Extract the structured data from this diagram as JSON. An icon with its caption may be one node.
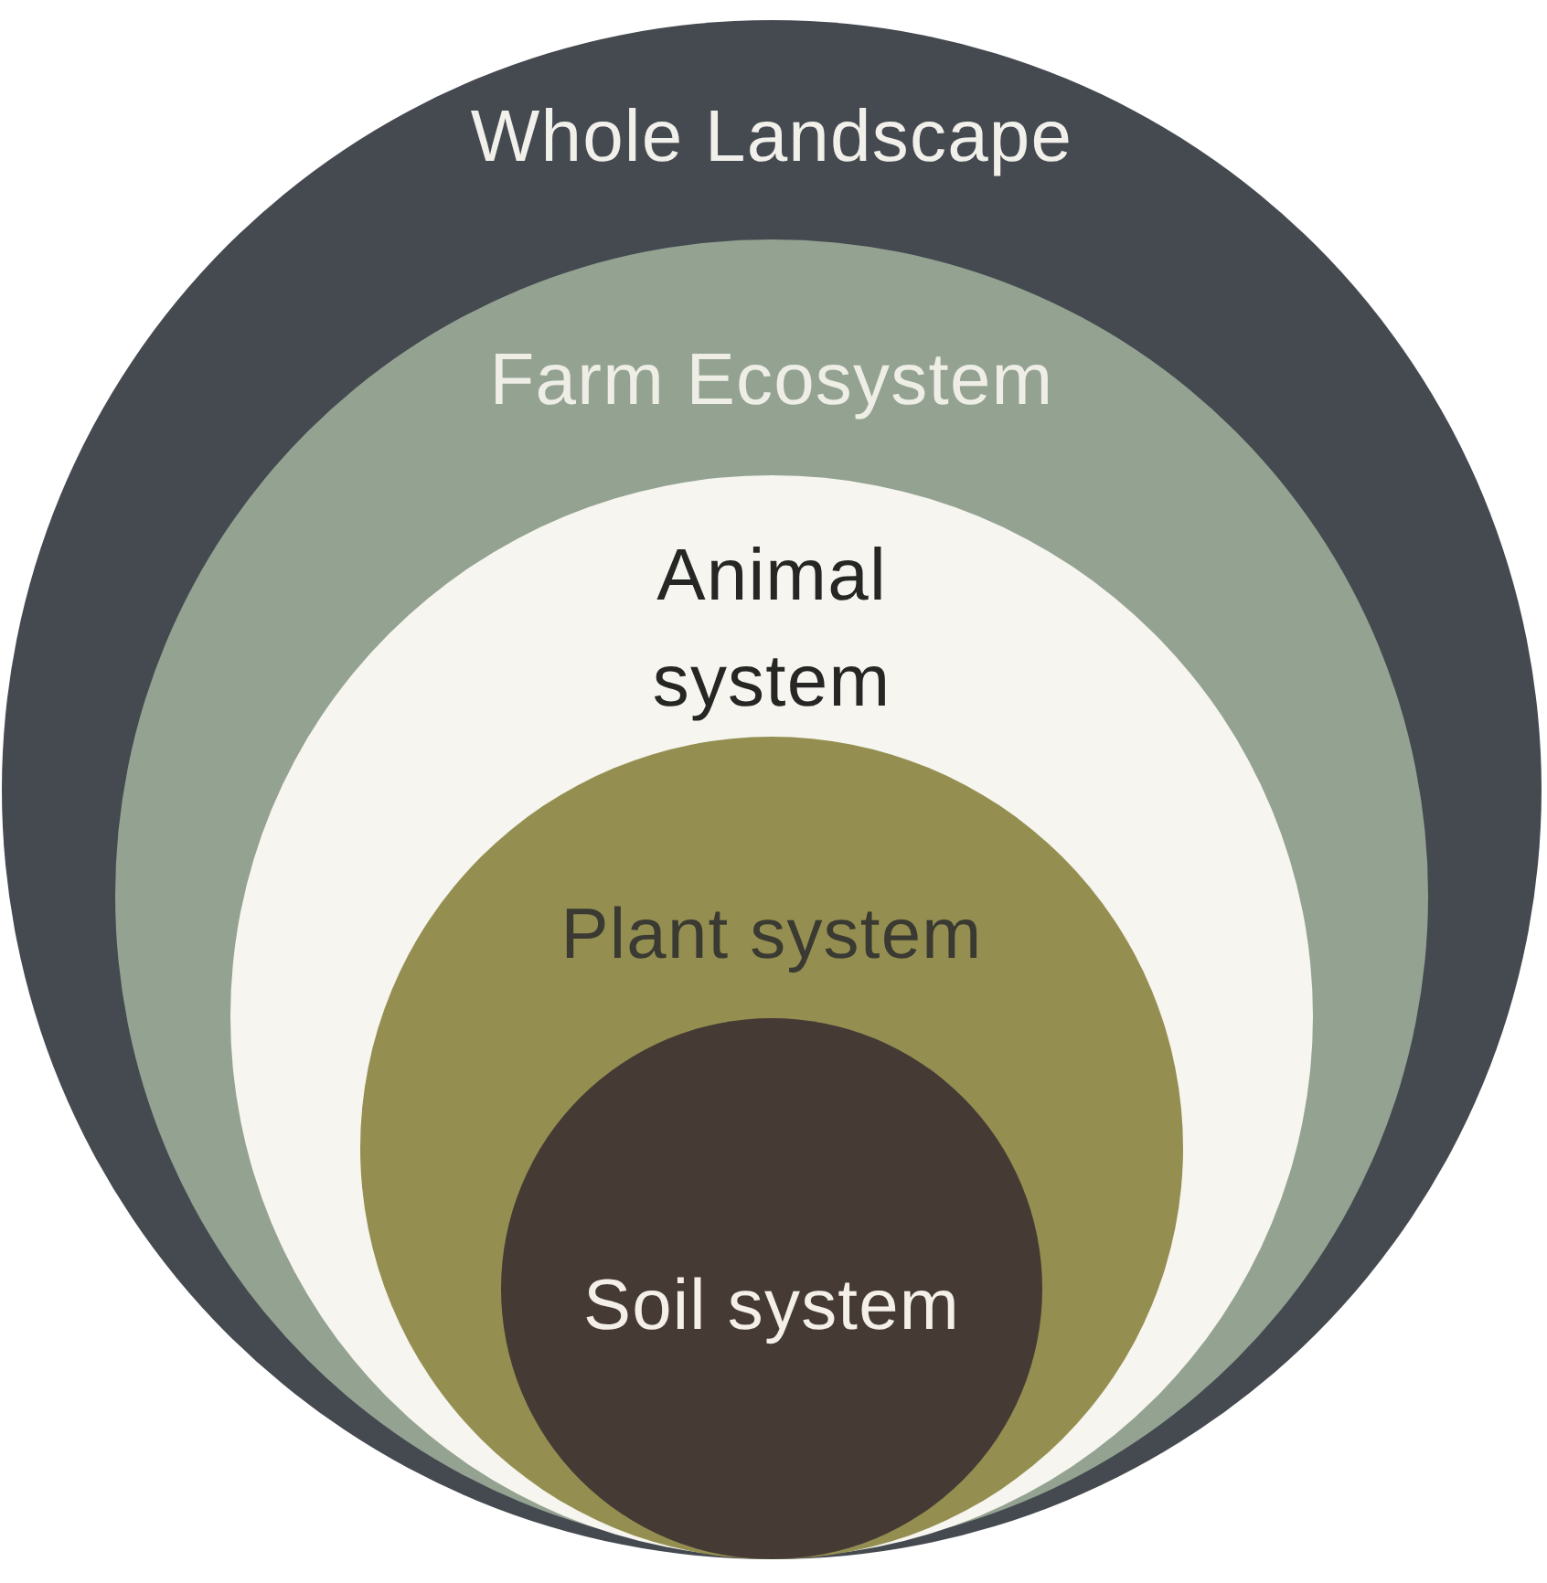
{
  "diagram": {
    "nodes": [
      {
        "text": [
          "Whole Landscape"
        ]
      },
      {
        "text": [
          "Farm Ecosystem"
        ],
        "in": 0
      },
      {
        "text": [
          "Animal system"
        ],
        "in": 1
      },
      {
        "text": [
          "Plant system"
        ],
        "in": 2
      },
      {
        "text": [
          "Soil system"
        ],
        "in": 3
      }
    ]
  }
}
